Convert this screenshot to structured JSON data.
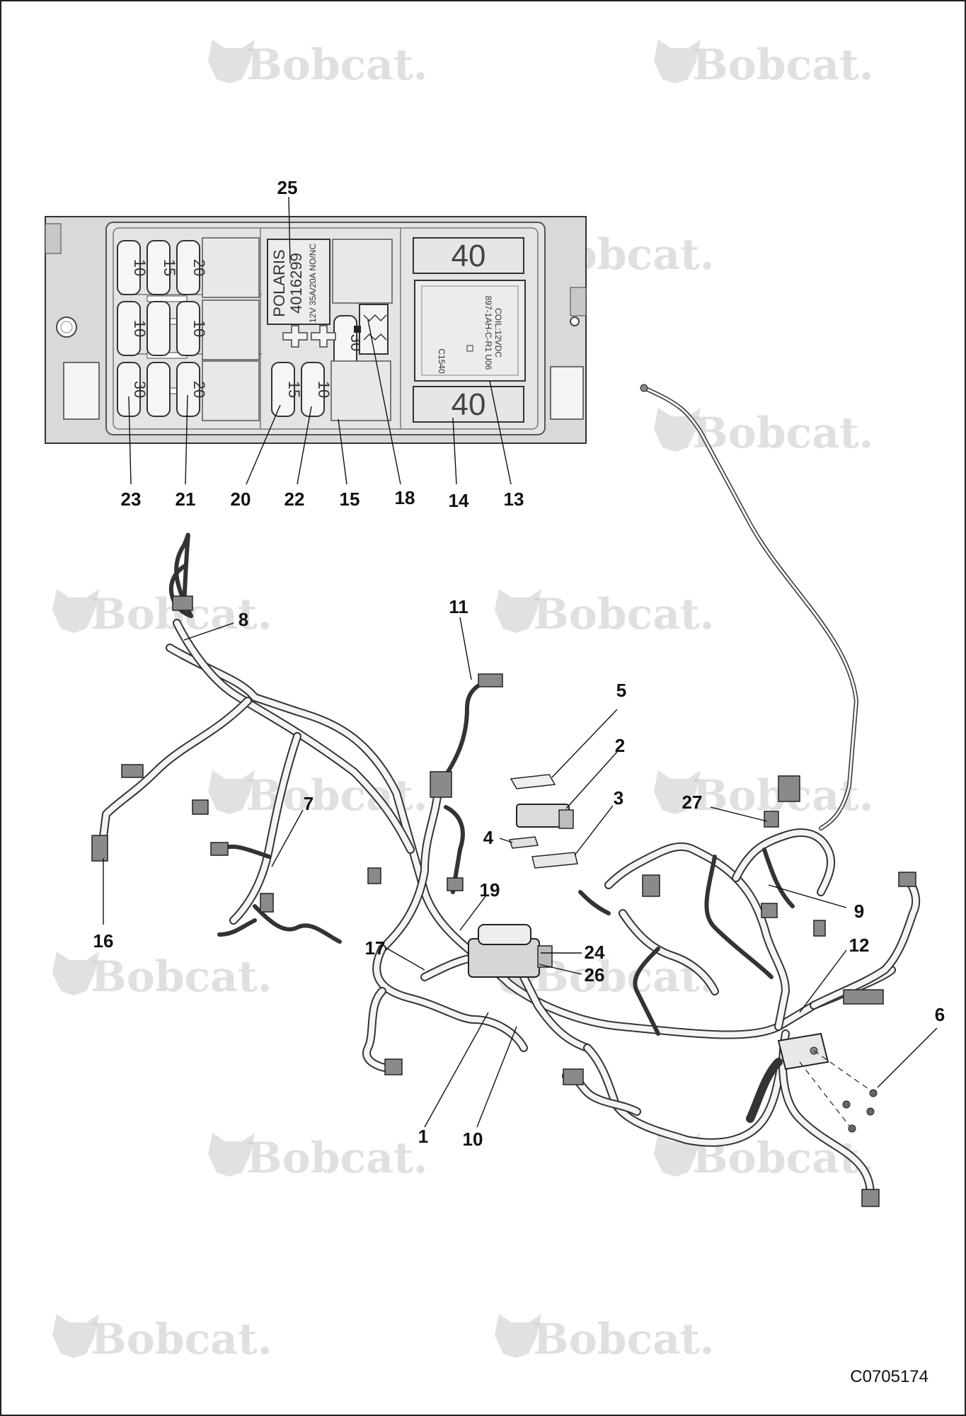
{
  "brand": {
    "watermark_text": "Bobcat.",
    "watermark_color": "#c8c8c8"
  },
  "figure_code": "C0705174",
  "fuse_panel": {
    "fuses": [
      {
        "id": "f1",
        "rating": "10"
      },
      {
        "id": "f2",
        "rating": "15"
      },
      {
        "id": "f3",
        "rating": "20"
      },
      {
        "id": "f4",
        "rating": "10"
      },
      {
        "id": "f5",
        "rating": "10"
      },
      {
        "id": "f6",
        "rating": "30"
      },
      {
        "id": "f7",
        "rating": "20"
      },
      {
        "id": "f8",
        "rating": "30"
      },
      {
        "id": "f9",
        "rating": "15"
      },
      {
        "id": "f10",
        "rating": "10"
      }
    ],
    "relay_polaris": {
      "brand": "POLARIS",
      "number": "4016299",
      "spec": "12V  35A/20A  NO/NC"
    },
    "relay_large": {
      "line1": "897-1AH-C-R1  U06",
      "line2": "COIL:12VDC",
      "code": "C1540"
    },
    "maxi_fuses": [
      {
        "id": "top",
        "rating": "40"
      },
      {
        "id": "bottom",
        "rating": "40"
      }
    ]
  },
  "callouts": [
    {
      "id": "c25",
      "label": "25"
    },
    {
      "id": "c23",
      "label": "23"
    },
    {
      "id": "c21",
      "label": "21"
    },
    {
      "id": "c20",
      "label": "20"
    },
    {
      "id": "c22",
      "label": "22"
    },
    {
      "id": "c15",
      "label": "15"
    },
    {
      "id": "c18",
      "label": "18"
    },
    {
      "id": "c14",
      "label": "14"
    },
    {
      "id": "c13",
      "label": "13"
    },
    {
      "id": "c8",
      "label": "8"
    },
    {
      "id": "c11",
      "label": "11"
    },
    {
      "id": "c5",
      "label": "5"
    },
    {
      "id": "c2",
      "label": "2"
    },
    {
      "id": "c3",
      "label": "3"
    },
    {
      "id": "c4",
      "label": "4"
    },
    {
      "id": "c27",
      "label": "27"
    },
    {
      "id": "c7",
      "label": "7"
    },
    {
      "id": "c16",
      "label": "16"
    },
    {
      "id": "c19",
      "label": "19"
    },
    {
      "id": "c17",
      "label": "17"
    },
    {
      "id": "c24",
      "label": "24"
    },
    {
      "id": "c26",
      "label": "26"
    },
    {
      "id": "c9",
      "label": "9"
    },
    {
      "id": "c12",
      "label": "12"
    },
    {
      "id": "c6",
      "label": "6"
    },
    {
      "id": "c1",
      "label": "1"
    },
    {
      "id": "c10",
      "label": "10"
    }
  ]
}
